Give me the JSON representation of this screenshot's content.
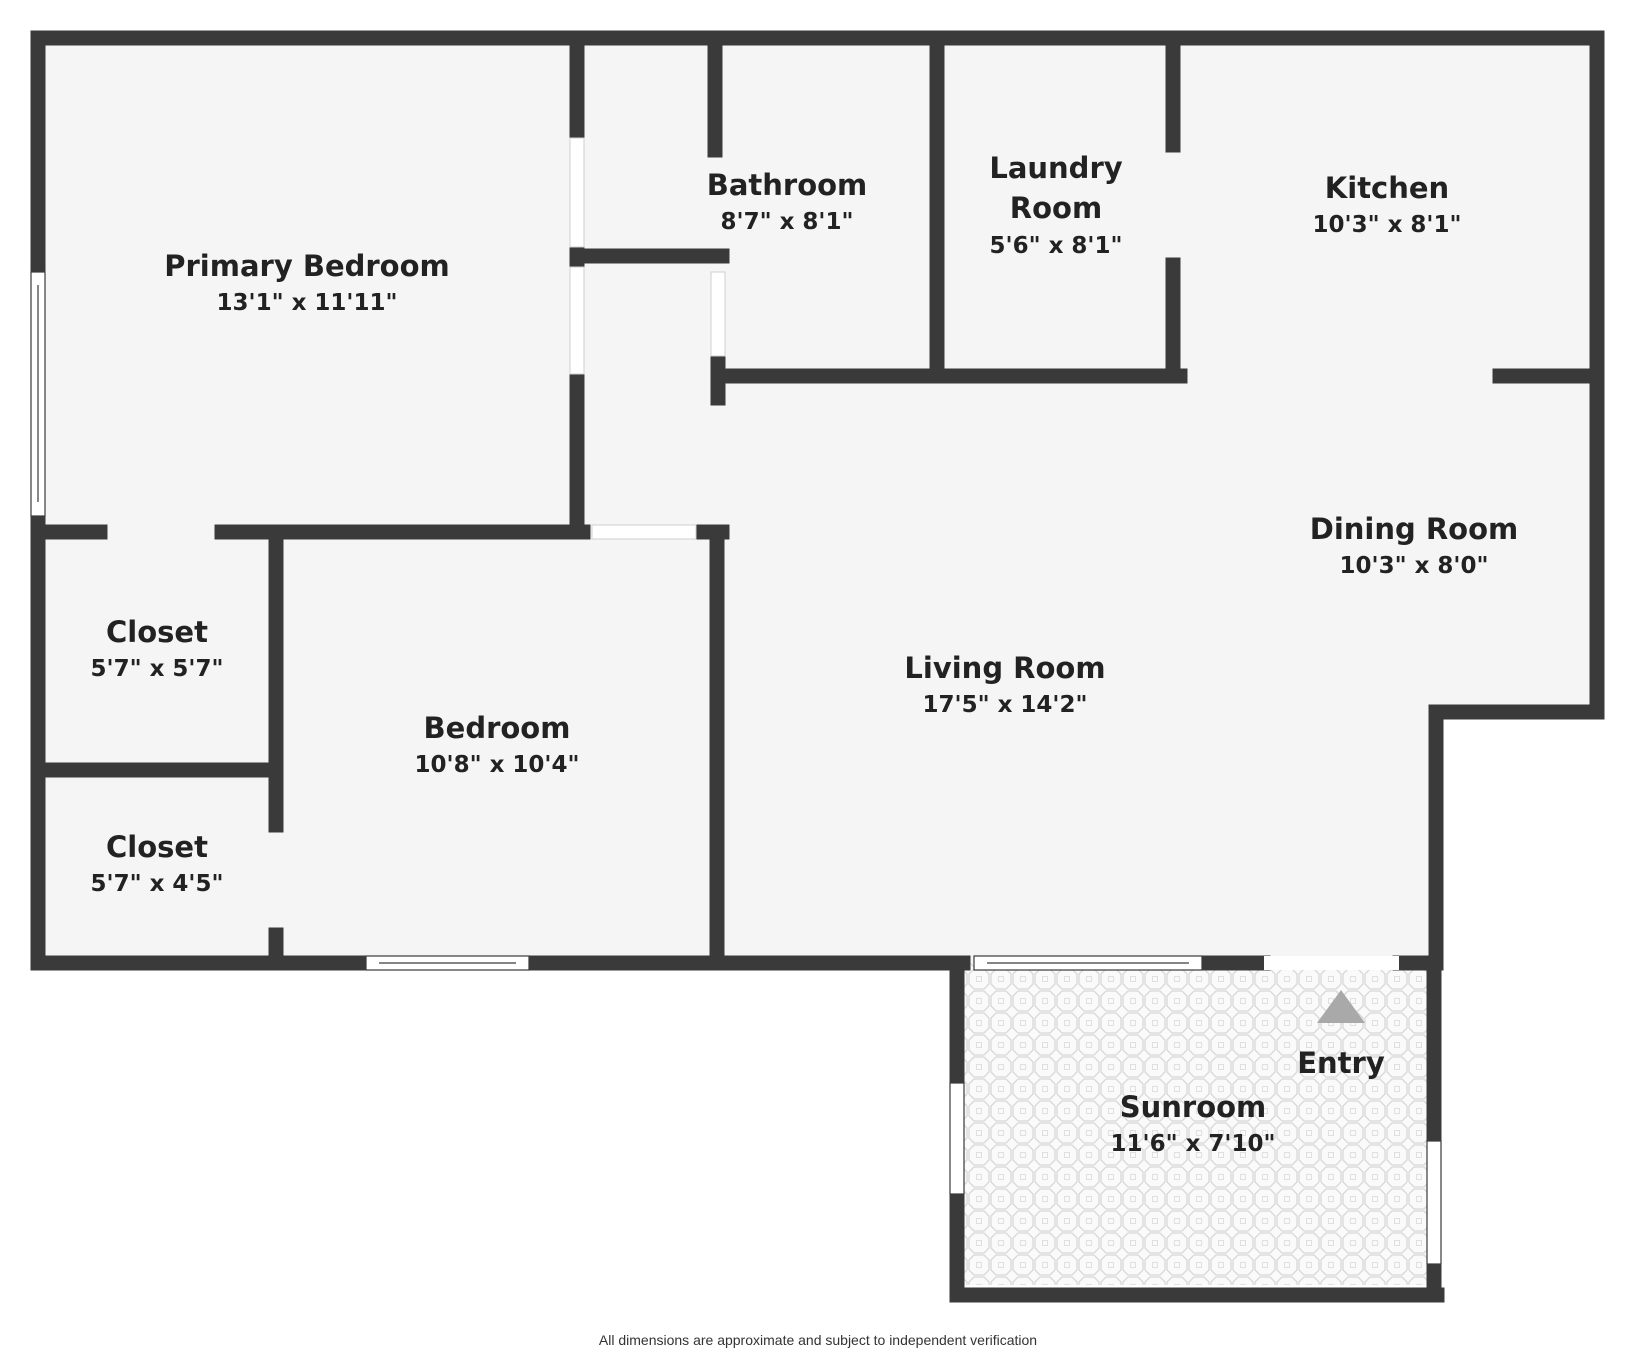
{
  "rooms": [
    {
      "id": "primary-bedroom",
      "name": "Primary Bedroom",
      "dims": "13'1\" x 11'11\""
    },
    {
      "id": "bathroom",
      "name": "Bathroom",
      "dims": "8'7\" x 8'1\""
    },
    {
      "id": "laundry-room",
      "name_line1": "Laundry",
      "name_line2": "Room",
      "dims": "5'6\" x 8'1\""
    },
    {
      "id": "kitchen",
      "name": "Kitchen",
      "dims": "10'3\" x 8'1\""
    },
    {
      "id": "dining-room",
      "name": "Dining Room",
      "dims": "10'3\" x 8'0\""
    },
    {
      "id": "closet-upper",
      "name": "Closet",
      "dims": "5'7\" x 5'7\""
    },
    {
      "id": "bedroom",
      "name": "Bedroom",
      "dims": "10'8\" x 10'4\""
    },
    {
      "id": "living-room",
      "name": "Living Room",
      "dims": "17'5\" x 14'2\""
    },
    {
      "id": "closet-lower",
      "name": "Closet",
      "dims": "5'7\" x 4'5\""
    },
    {
      "id": "sunroom",
      "name": "Sunroom",
      "dims": "11'6\" x 7'10\""
    }
  ],
  "entry_label": "Entry",
  "footer_note": "All dimensions are approximate and subject to independent verification",
  "colors": {
    "wall": "#3a3a3a",
    "floor": "#f5f5f5",
    "sunroom_tile": "#dcdcdc",
    "entry_marker": "#a9a9a9",
    "opening": "#ffffff"
  }
}
